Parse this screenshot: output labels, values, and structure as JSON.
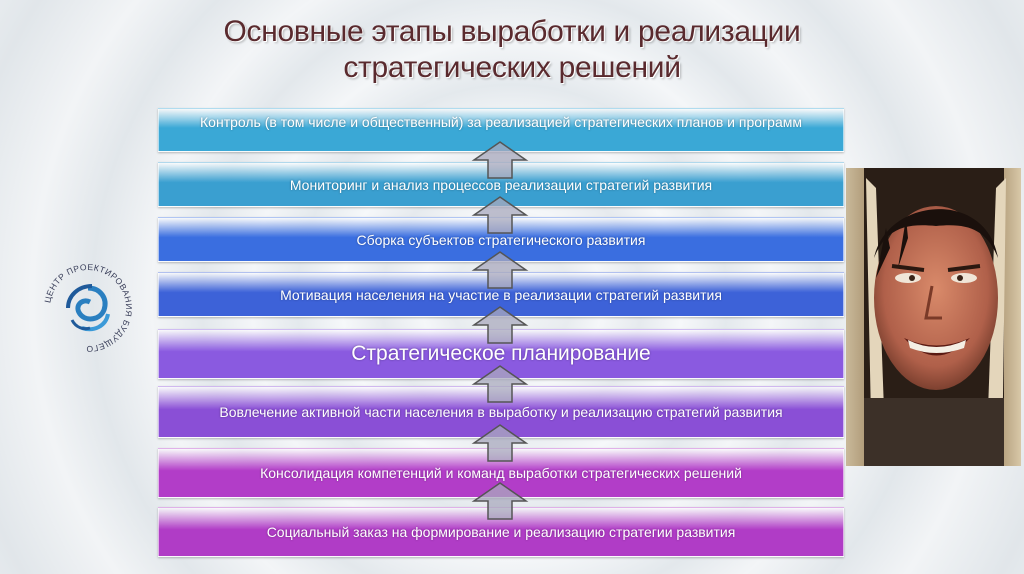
{
  "title_lines": [
    "Основные этапы выработки и реализации",
    "стратегических решений"
  ],
  "stages": [
    {
      "label": "Контроль (в том числе и общественный) за реализацией стратегических планов и программ",
      "color": "#3aa8d6"
    },
    {
      "label": "Мониторинг и анализ процессов реализации стратегий развития",
      "color": "#3a9fd0"
    },
    {
      "label": "Сборка субъектов стратегического развития",
      "color": "#3a6ee0"
    },
    {
      "label": "Мотивация населения на участие в реализации стратегий развития",
      "color": "#3d62d8"
    },
    {
      "label": "Стратегическое планирование",
      "color": "#8a5ae0"
    },
    {
      "label": "Вовлечение активной части населения в выработку и реализацию стратегий развития",
      "color": "#8a4fd6"
    },
    {
      "label": "Консолидация компетенций и команд выработки стратегических решений",
      "color": "#b23dc8"
    },
    {
      "label": "Социальный заказ на формирование и реализацию стратегии развития",
      "color": "#b03cc6"
    }
  ],
  "logo_text": "ЦЕНТР ПРОЕКТИРОВАНИЯ БУДУЩЕГО",
  "logo_icon": "spiral-icon",
  "photo_icon": "portrait-photo"
}
